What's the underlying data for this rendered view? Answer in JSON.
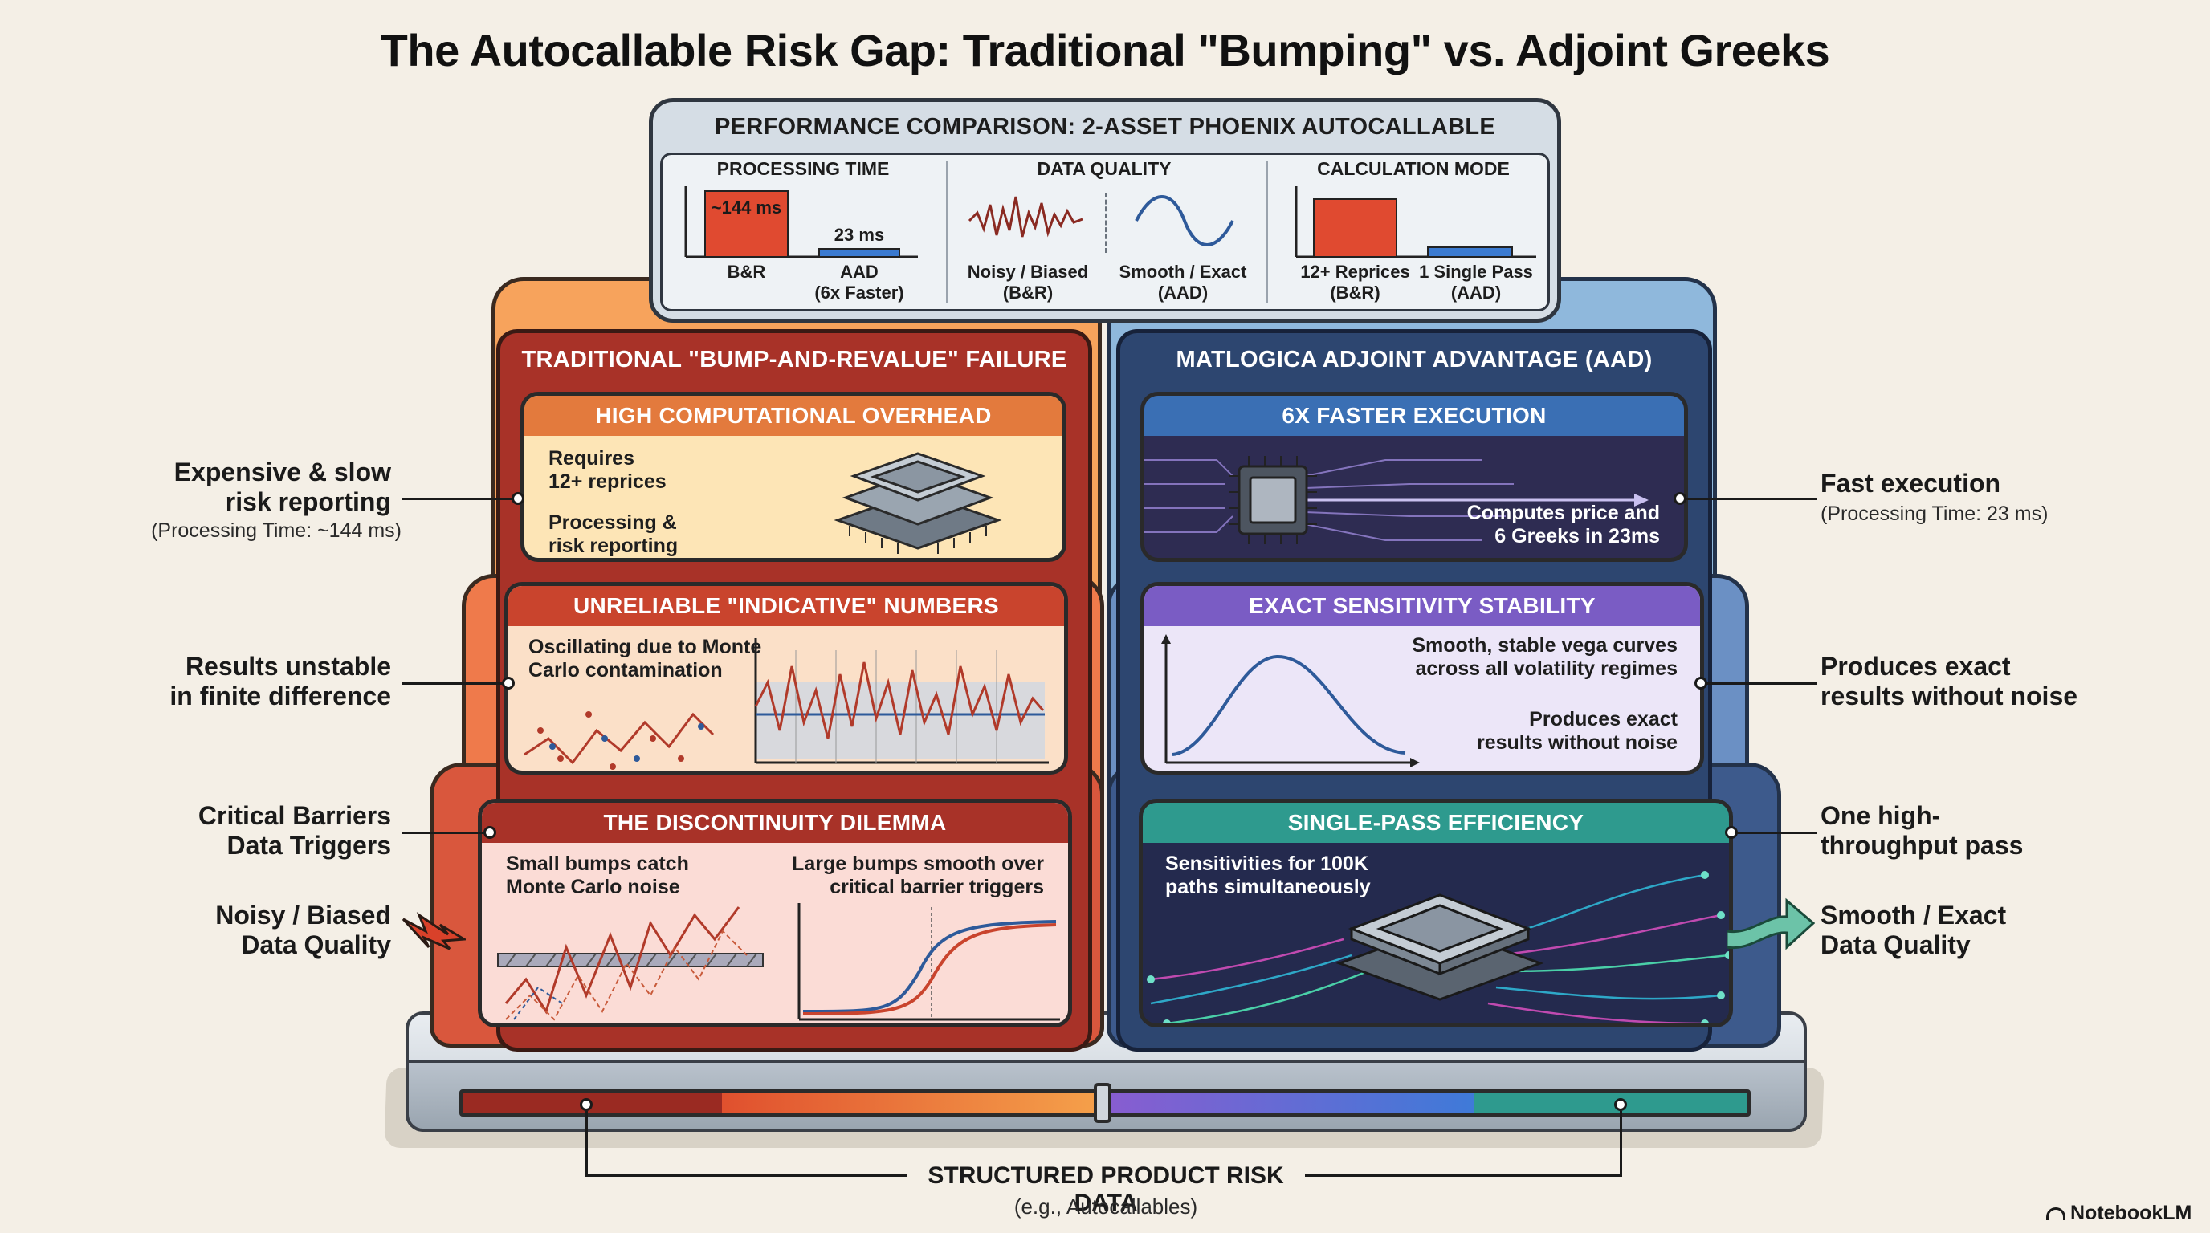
{
  "title": "The Autocallable Risk Gap: Traditional \"Bumping\" vs. Adjoint Greeks",
  "performance": {
    "title": "PERFORMANCE COMPARISON: 2-ASSET PHOENIX AUTOCALLABLE",
    "processing_time": {
      "heading": "PROCESSING TIME",
      "br_value": "~144 ms",
      "aad_value": "23 ms",
      "br_label": "B&R",
      "aad_label_1": "AAD",
      "aad_label_2": "(6x Faster)"
    },
    "data_quality": {
      "heading": "DATA QUALITY",
      "noisy_1": "Noisy / Biased",
      "noisy_2": "(B&R)",
      "smooth_1": "Smooth / Exact",
      "smooth_2": "(AAD)"
    },
    "calculation_mode": {
      "heading": "CALCULATION MODE",
      "br_1": "12+ Reprices",
      "br_2": "(B&R)",
      "aad_1": "1 Single Pass",
      "aad_2": "(AAD)"
    }
  },
  "left": {
    "heading": "TRADITIONAL \"BUMP-AND-REVALUE\" FAILURE",
    "card1": {
      "heading": "HIGH COMPUTATIONAL OVERHEAD",
      "line1a": "Requires",
      "line1b": "12+ reprices",
      "line2a": "Processing &",
      "line2b": "risk reporting"
    },
    "card2": {
      "heading": "UNRELIABLE \"INDICATIVE\" NUMBERS",
      "line1": "Oscillating due to Monte",
      "line2": "Carlo contamination"
    },
    "card3": {
      "heading": "THE DISCONTINUITY DILEMMA",
      "left1": "Small bumps catch",
      "left2": "Monte Carlo noise",
      "right1": "Large bumps smooth over",
      "right2": "critical barrier triggers"
    }
  },
  "right": {
    "heading": "MATLOGICA ADJOINT ADVANTAGE (AAD)",
    "card1": {
      "heading": "6X FASTER EXECUTION",
      "line1": "Computes price and",
      "line2": "6 Greeks in 23ms"
    },
    "card2": {
      "heading": "EXACT SENSITIVITY STABILITY",
      "line1": "Smooth, stable vega curves",
      "line2": "across all volatility regimes",
      "line3": "Produces exact",
      "line4": "results without noise"
    },
    "card3": {
      "heading": "SINGLE-PASS EFFICIENCY",
      "line1": "Sensitivities for 100K",
      "line2": "paths simultaneously"
    }
  },
  "side_labels": {
    "left1a": "Expensive & slow",
    "left1b": "risk reporting",
    "left1c": "(Processing Time: ~144 ms)",
    "left2a": "Results unstable",
    "left2b": "in finite difference",
    "left3a": "Critical Barriers",
    "left3b": "Data Triggers",
    "left4a": "Noisy / Biased",
    "left4b": "Data Quality",
    "right1a": "Fast execution",
    "right1b": "(Processing Time: 23 ms)",
    "right2a": "Produces exact",
    "right2b": "results without noise",
    "right3a": "One high-",
    "right3b": "throughput pass",
    "right4a": "Smooth / Exact",
    "right4b": "Data Quality"
  },
  "bottom": {
    "label": "STRUCTURED PRODUCT RISK DATA",
    "sublabel": "(e.g., Autocallables)"
  },
  "brand": "NotebookLM",
  "colors": {
    "red_dark": "#a83228",
    "orange": "#e8743f",
    "blue_dark": "#2d4670",
    "purple": "#7a5cc4",
    "teal": "#2e9a8e"
  }
}
